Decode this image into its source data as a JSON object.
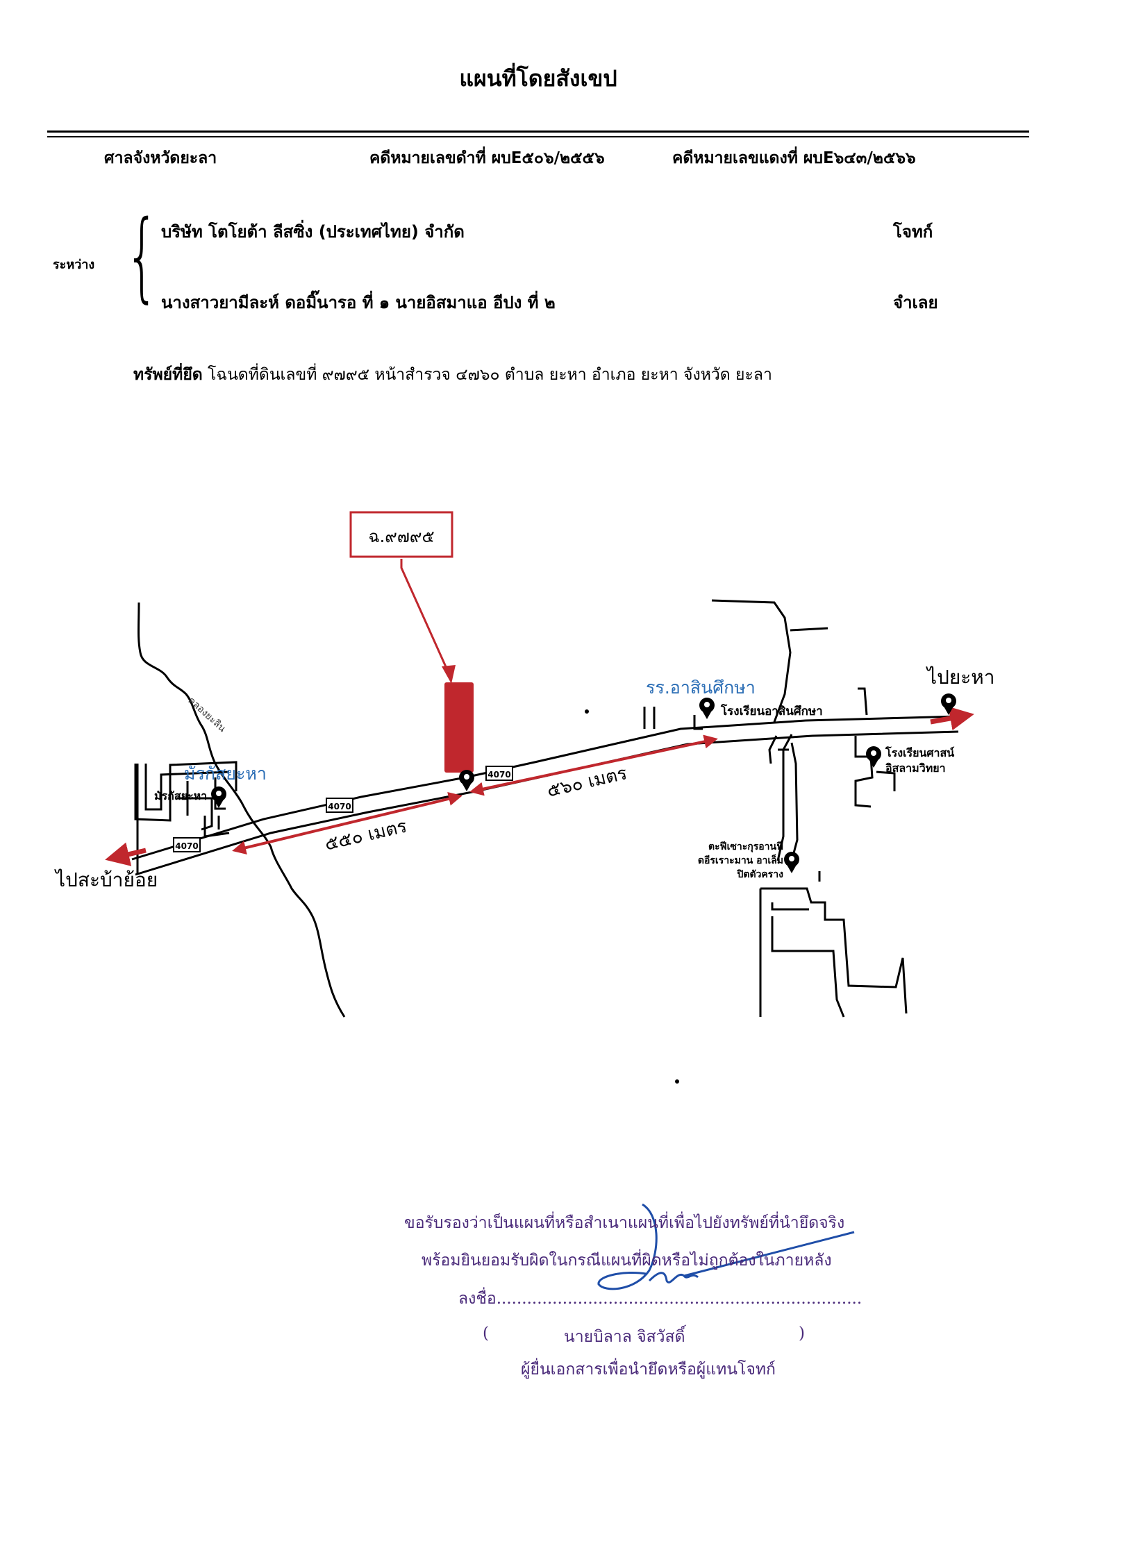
{
  "document": {
    "title": "แผนที่โดยสังเขป",
    "court": "ศาลจังหวัดยะลา",
    "black_case_no": "คดีหมายเลขดำที่ ผบE๕๐๖/๒๕๕๖",
    "red_case_no": "คดีหมายเลขแดงที่ ผบE๖๔๓/๒๕๖๖",
    "between_label": "ระหว่าง",
    "plaintiff_name": "บริษัท โตโยต้า ลีสซิ่ง (ประเทศไทย) จำกัด",
    "plaintiff_role": "โจทก์",
    "defendant_name": "นางสาวยามีละห์ ดอมิ๊นารอ ที่ ๑ นายอิสมาแอ อีปง ที่ ๒",
    "defendant_role": "จำเลย",
    "asset_label": "ทรัพย์ที่ยึด",
    "asset_text": "โฉนดที่ดินเลขที่ ๙๗๙๕ หน้าสำรวจ ๔๗๖๐ ตำบล ยะหา อำเภอ ยะหา จังหวัด ยะลา"
  },
  "map": {
    "parcel_label": "ฉ.๙๗๙๕",
    "to_yaha": "ไปยะหา",
    "to_sabayoi": "ไปสะบ้าย้อย",
    "school_label_blue": "รร.อาสินศึกษา",
    "school_pin_label": "โรงเรียนอาสินศึกษา",
    "mosque_label_blue": "มัรกัสยะหา",
    "mosque_pin_label": "มัรกัสยะหา",
    "school2_line1": "โรงเรียนศาสน์",
    "school2_line2": "อิสลามวิทยา",
    "school3_line1": "ตะฟีเซาะกุรอานฟี",
    "school3_line2": "ดอีรเราะมาน อาเล็ม",
    "school3_line3": "ปิตตัวคราง",
    "canal_label": "คลองยะลิน",
    "road_number": "4070",
    "distance_east": "๕๖๐ เมตร",
    "distance_west": "๕๕๐ เมตร",
    "colors": {
      "marker": "#c0272d",
      "blue_label": "#2a6db5",
      "road": "#000000"
    }
  },
  "certification": {
    "line1": "ขอรับรองว่าเป็นแผนที่หรือสำเนาแผนที่เพื่อไปยังทรัพย์ที่นำยึดจริง",
    "line2": "พร้อมยินยอมรับผิดในกรณีแผนที่ผิดหรือไม่ถูกต้องในภายหลัง",
    "sign_label": "ลงชื่อ........................................................................",
    "open_paren": "(",
    "signer_name": "นายบิลาล  จิสวัสดิ์",
    "close_paren": ")",
    "signer_role": "ผู้ยื่นเอกสารเพื่อนำยึดหรือผู้แทนโจทก์"
  }
}
